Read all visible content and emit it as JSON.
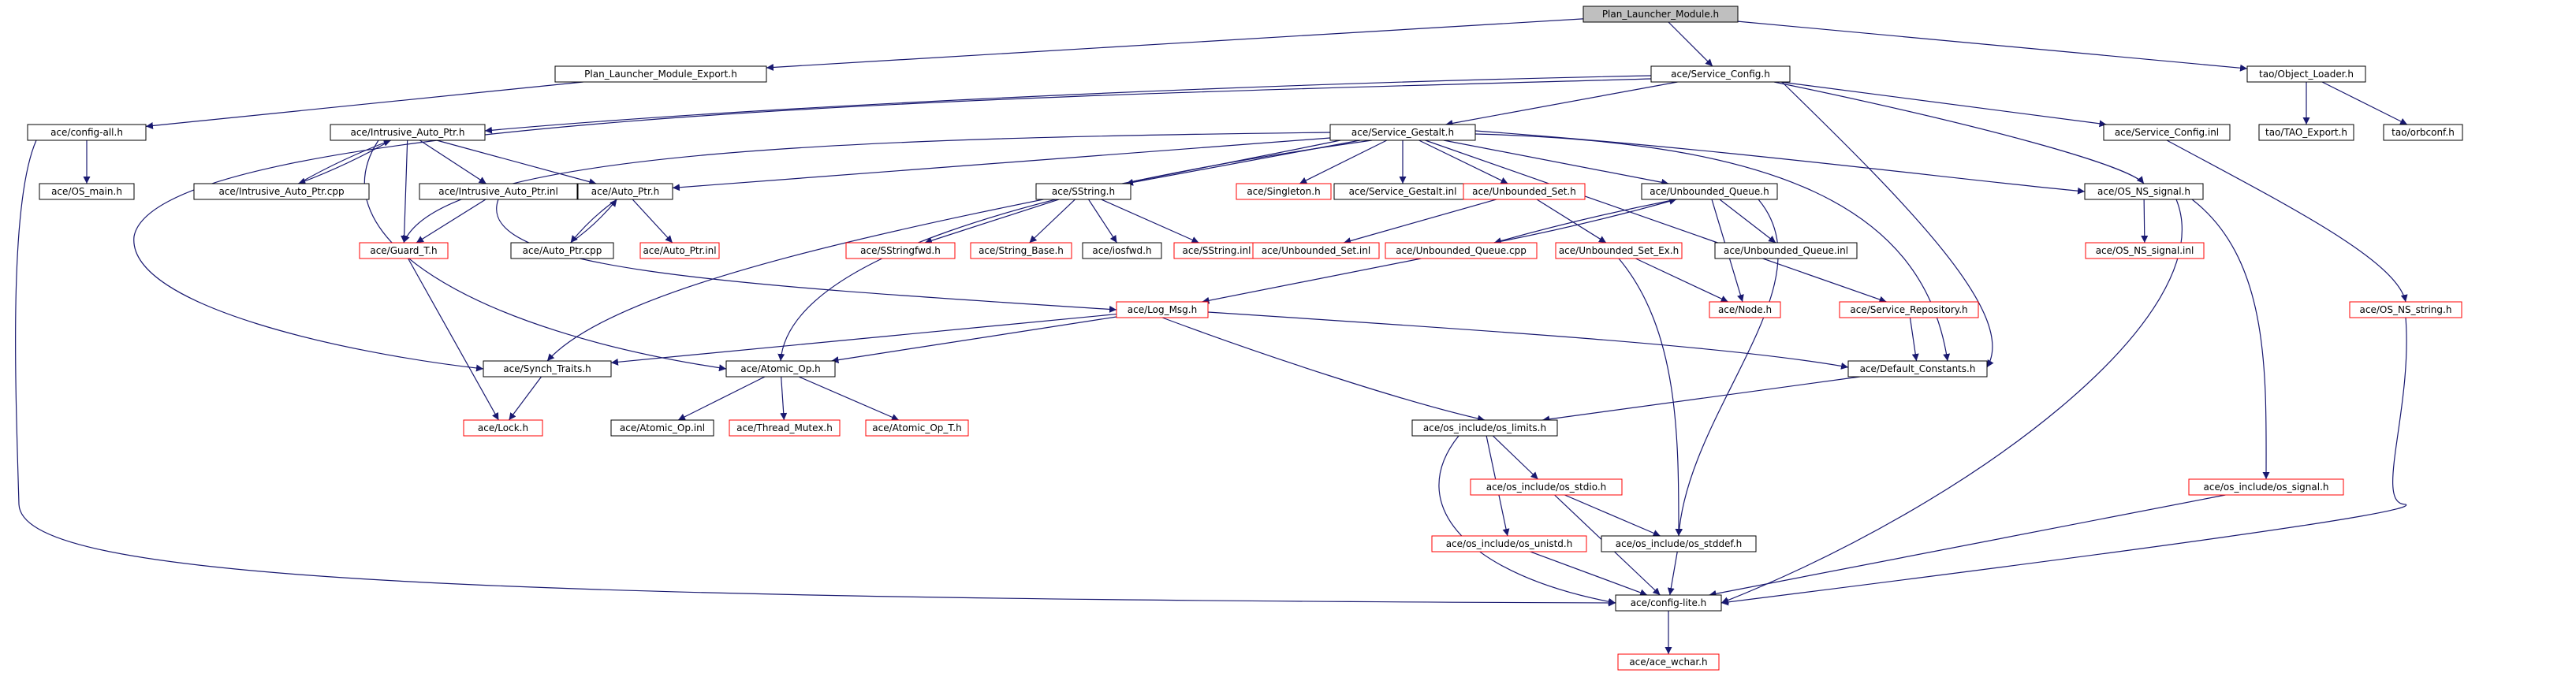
{
  "colors": {
    "edge": "#191970",
    "root_fill": "#bfbfbf",
    "documented_border": "#000000",
    "undocumented_border": "#ff0000",
    "node_fill": "#ffffff"
  },
  "nodes": [
    {
      "id": "n0",
      "label": "Plan_Launcher_Module.h",
      "kind": "root"
    },
    {
      "id": "n1",
      "label": "Plan_Launcher_Module_Export.h",
      "kind": "documented"
    },
    {
      "id": "n2",
      "label": "ace/Service_Config.h",
      "kind": "documented"
    },
    {
      "id": "n3",
      "label": "tao/Object_Loader.h",
      "kind": "documented"
    },
    {
      "id": "n4",
      "label": "ace/config-all.h",
      "kind": "documented"
    },
    {
      "id": "n5",
      "label": "ace/Intrusive_Auto_Ptr.h",
      "kind": "documented"
    },
    {
      "id": "n6",
      "label": "ace/Service_Gestalt.h",
      "kind": "documented"
    },
    {
      "id": "n7",
      "label": "ace/Service_Config.inl",
      "kind": "documented"
    },
    {
      "id": "n8",
      "label": "tao/TAO_Export.h",
      "kind": "documented"
    },
    {
      "id": "n9",
      "label": "tao/orbconf.h",
      "kind": "documented"
    },
    {
      "id": "n10",
      "label": "ace/OS_main.h",
      "kind": "documented"
    },
    {
      "id": "n11",
      "label": "ace/Intrusive_Auto_Ptr.cpp",
      "kind": "documented"
    },
    {
      "id": "n12",
      "label": "ace/Intrusive_Auto_Ptr.inl",
      "kind": "documented"
    },
    {
      "id": "n13",
      "label": "ace/Auto_Ptr.h",
      "kind": "documented"
    },
    {
      "id": "n14",
      "label": "ace/SString.h",
      "kind": "documented"
    },
    {
      "id": "n15",
      "label": "ace/Singleton.h",
      "kind": "undocumented"
    },
    {
      "id": "n16",
      "label": "ace/Service_Gestalt.inl",
      "kind": "documented"
    },
    {
      "id": "n17",
      "label": "ace/Unbounded_Set.h",
      "kind": "undocumented"
    },
    {
      "id": "n18",
      "label": "ace/Unbounded_Queue.h",
      "kind": "documented"
    },
    {
      "id": "n19",
      "label": "ace/OS_NS_signal.h",
      "kind": "documented"
    },
    {
      "id": "n20",
      "label": "ace/Guard_T.h",
      "kind": "undocumented"
    },
    {
      "id": "n21",
      "label": "ace/Auto_Ptr.cpp",
      "kind": "documented"
    },
    {
      "id": "n22",
      "label": "ace/Auto_Ptr.inl",
      "kind": "undocumented"
    },
    {
      "id": "n23",
      "label": "ace/SStringfwd.h",
      "kind": "undocumented"
    },
    {
      "id": "n24",
      "label": "ace/String_Base.h",
      "kind": "undocumented"
    },
    {
      "id": "n25",
      "label": "ace/iosfwd.h",
      "kind": "documented"
    },
    {
      "id": "n26",
      "label": "ace/SString.inl",
      "kind": "undocumented"
    },
    {
      "id": "n27",
      "label": "ace/Unbounded_Set.inl",
      "kind": "undocumented"
    },
    {
      "id": "n28",
      "label": "ace/Unbounded_Queue.cpp",
      "kind": "undocumented"
    },
    {
      "id": "n29",
      "label": "ace/Unbounded_Set_Ex.h",
      "kind": "undocumented"
    },
    {
      "id": "n30",
      "label": "ace/Unbounded_Queue.inl",
      "kind": "documented"
    },
    {
      "id": "n31",
      "label": "ace/OS_NS_signal.inl",
      "kind": "undocumented"
    },
    {
      "id": "n32",
      "label": "ace/OS_NS_string.h",
      "kind": "undocumented"
    },
    {
      "id": "n33",
      "label": "ace/Log_Msg.h",
      "kind": "undocumented"
    },
    {
      "id": "n34",
      "label": "ace/Node.h",
      "kind": "undocumented"
    },
    {
      "id": "n35",
      "label": "ace/Service_Repository.h",
      "kind": "undocumented"
    },
    {
      "id": "n36",
      "label": "ace/Synch_Traits.h",
      "kind": "documented"
    },
    {
      "id": "n37",
      "label": "ace/Atomic_Op.h",
      "kind": "documented"
    },
    {
      "id": "n38",
      "label": "ace/Default_Constants.h",
      "kind": "documented"
    },
    {
      "id": "n39",
      "label": "ace/Lock.h",
      "kind": "undocumented"
    },
    {
      "id": "n40",
      "label": "ace/Atomic_Op.inl",
      "kind": "documented"
    },
    {
      "id": "n41",
      "label": "ace/Thread_Mutex.h",
      "kind": "undocumented"
    },
    {
      "id": "n42",
      "label": "ace/Atomic_Op_T.h",
      "kind": "undocumented"
    },
    {
      "id": "n43",
      "label": "ace/os_include/os_limits.h",
      "kind": "documented"
    },
    {
      "id": "n44",
      "label": "ace/os_include/os_stdio.h",
      "kind": "undocumented"
    },
    {
      "id": "n45",
      "label": "ace/os_include/os_signal.h",
      "kind": "undocumented"
    },
    {
      "id": "n46",
      "label": "ace/os_include/os_unistd.h",
      "kind": "undocumented"
    },
    {
      "id": "n47",
      "label": "ace/os_include/os_stddef.h",
      "kind": "documented"
    },
    {
      "id": "n48",
      "label": "ace/config-lite.h",
      "kind": "documented"
    },
    {
      "id": "n49",
      "label": "ace/ace_wchar.h",
      "kind": "undocumented"
    }
  ],
  "edges": [
    [
      "n0",
      "n1"
    ],
    [
      "n0",
      "n2"
    ],
    [
      "n0",
      "n3"
    ],
    [
      "n1",
      "n4"
    ],
    [
      "n2",
      "n5"
    ],
    [
      "n2",
      "n6"
    ],
    [
      "n2",
      "n7"
    ],
    [
      "n2",
      "n19"
    ],
    [
      "n2",
      "n36"
    ],
    [
      "n2",
      "n38"
    ],
    [
      "n3",
      "n8"
    ],
    [
      "n3",
      "n9"
    ],
    [
      "n4",
      "n10"
    ],
    [
      "n4",
      "n48"
    ],
    [
      "n5",
      "n11"
    ],
    [
      "n5",
      "n12"
    ],
    [
      "n5",
      "n13"
    ],
    [
      "n5",
      "n20"
    ],
    [
      "n5",
      "n37"
    ],
    [
      "n11",
      "n5"
    ],
    [
      "n12",
      "n20"
    ],
    [
      "n12",
      "n33"
    ],
    [
      "n13",
      "n21"
    ],
    [
      "n13",
      "n22"
    ],
    [
      "n21",
      "n13"
    ],
    [
      "n6",
      "n13"
    ],
    [
      "n6",
      "n14"
    ],
    [
      "n6",
      "n15"
    ],
    [
      "n6",
      "n16"
    ],
    [
      "n6",
      "n17"
    ],
    [
      "n6",
      "n18"
    ],
    [
      "n6",
      "n19"
    ],
    [
      "n6",
      "n20"
    ],
    [
      "n6",
      "n35"
    ],
    [
      "n6",
      "n36"
    ],
    [
      "n6",
      "n37"
    ],
    [
      "n6",
      "n38"
    ],
    [
      "n7",
      "n32"
    ],
    [
      "n14",
      "n23"
    ],
    [
      "n14",
      "n24"
    ],
    [
      "n14",
      "n25"
    ],
    [
      "n14",
      "n26"
    ],
    [
      "n17",
      "n27"
    ],
    [
      "n17",
      "n29"
    ],
    [
      "n18",
      "n28"
    ],
    [
      "n18",
      "n30"
    ],
    [
      "n18",
      "n34"
    ],
    [
      "n18",
      "n47"
    ],
    [
      "n28",
      "n18"
    ],
    [
      "n28",
      "n33"
    ],
    [
      "n29",
      "n34"
    ],
    [
      "n29",
      "n47"
    ],
    [
      "n19",
      "n31"
    ],
    [
      "n19",
      "n45"
    ],
    [
      "n19",
      "n48"
    ],
    [
      "n20",
      "n39"
    ],
    [
      "n32",
      "n48"
    ],
    [
      "n33",
      "n36"
    ],
    [
      "n33",
      "n37"
    ],
    [
      "n33",
      "n38"
    ],
    [
      "n33",
      "n43"
    ],
    [
      "n35",
      "n38"
    ],
    [
      "n36",
      "n39"
    ],
    [
      "n37",
      "n40"
    ],
    [
      "n37",
      "n41"
    ],
    [
      "n37",
      "n42"
    ],
    [
      "n38",
      "n43"
    ],
    [
      "n43",
      "n44"
    ],
    [
      "n43",
      "n46"
    ],
    [
      "n43",
      "n48"
    ],
    [
      "n44",
      "n47"
    ],
    [
      "n44",
      "n48"
    ],
    [
      "n46",
      "n48"
    ],
    [
      "n47",
      "n48"
    ],
    [
      "n45",
      "n48"
    ],
    [
      "n48",
      "n49"
    ]
  ]
}
